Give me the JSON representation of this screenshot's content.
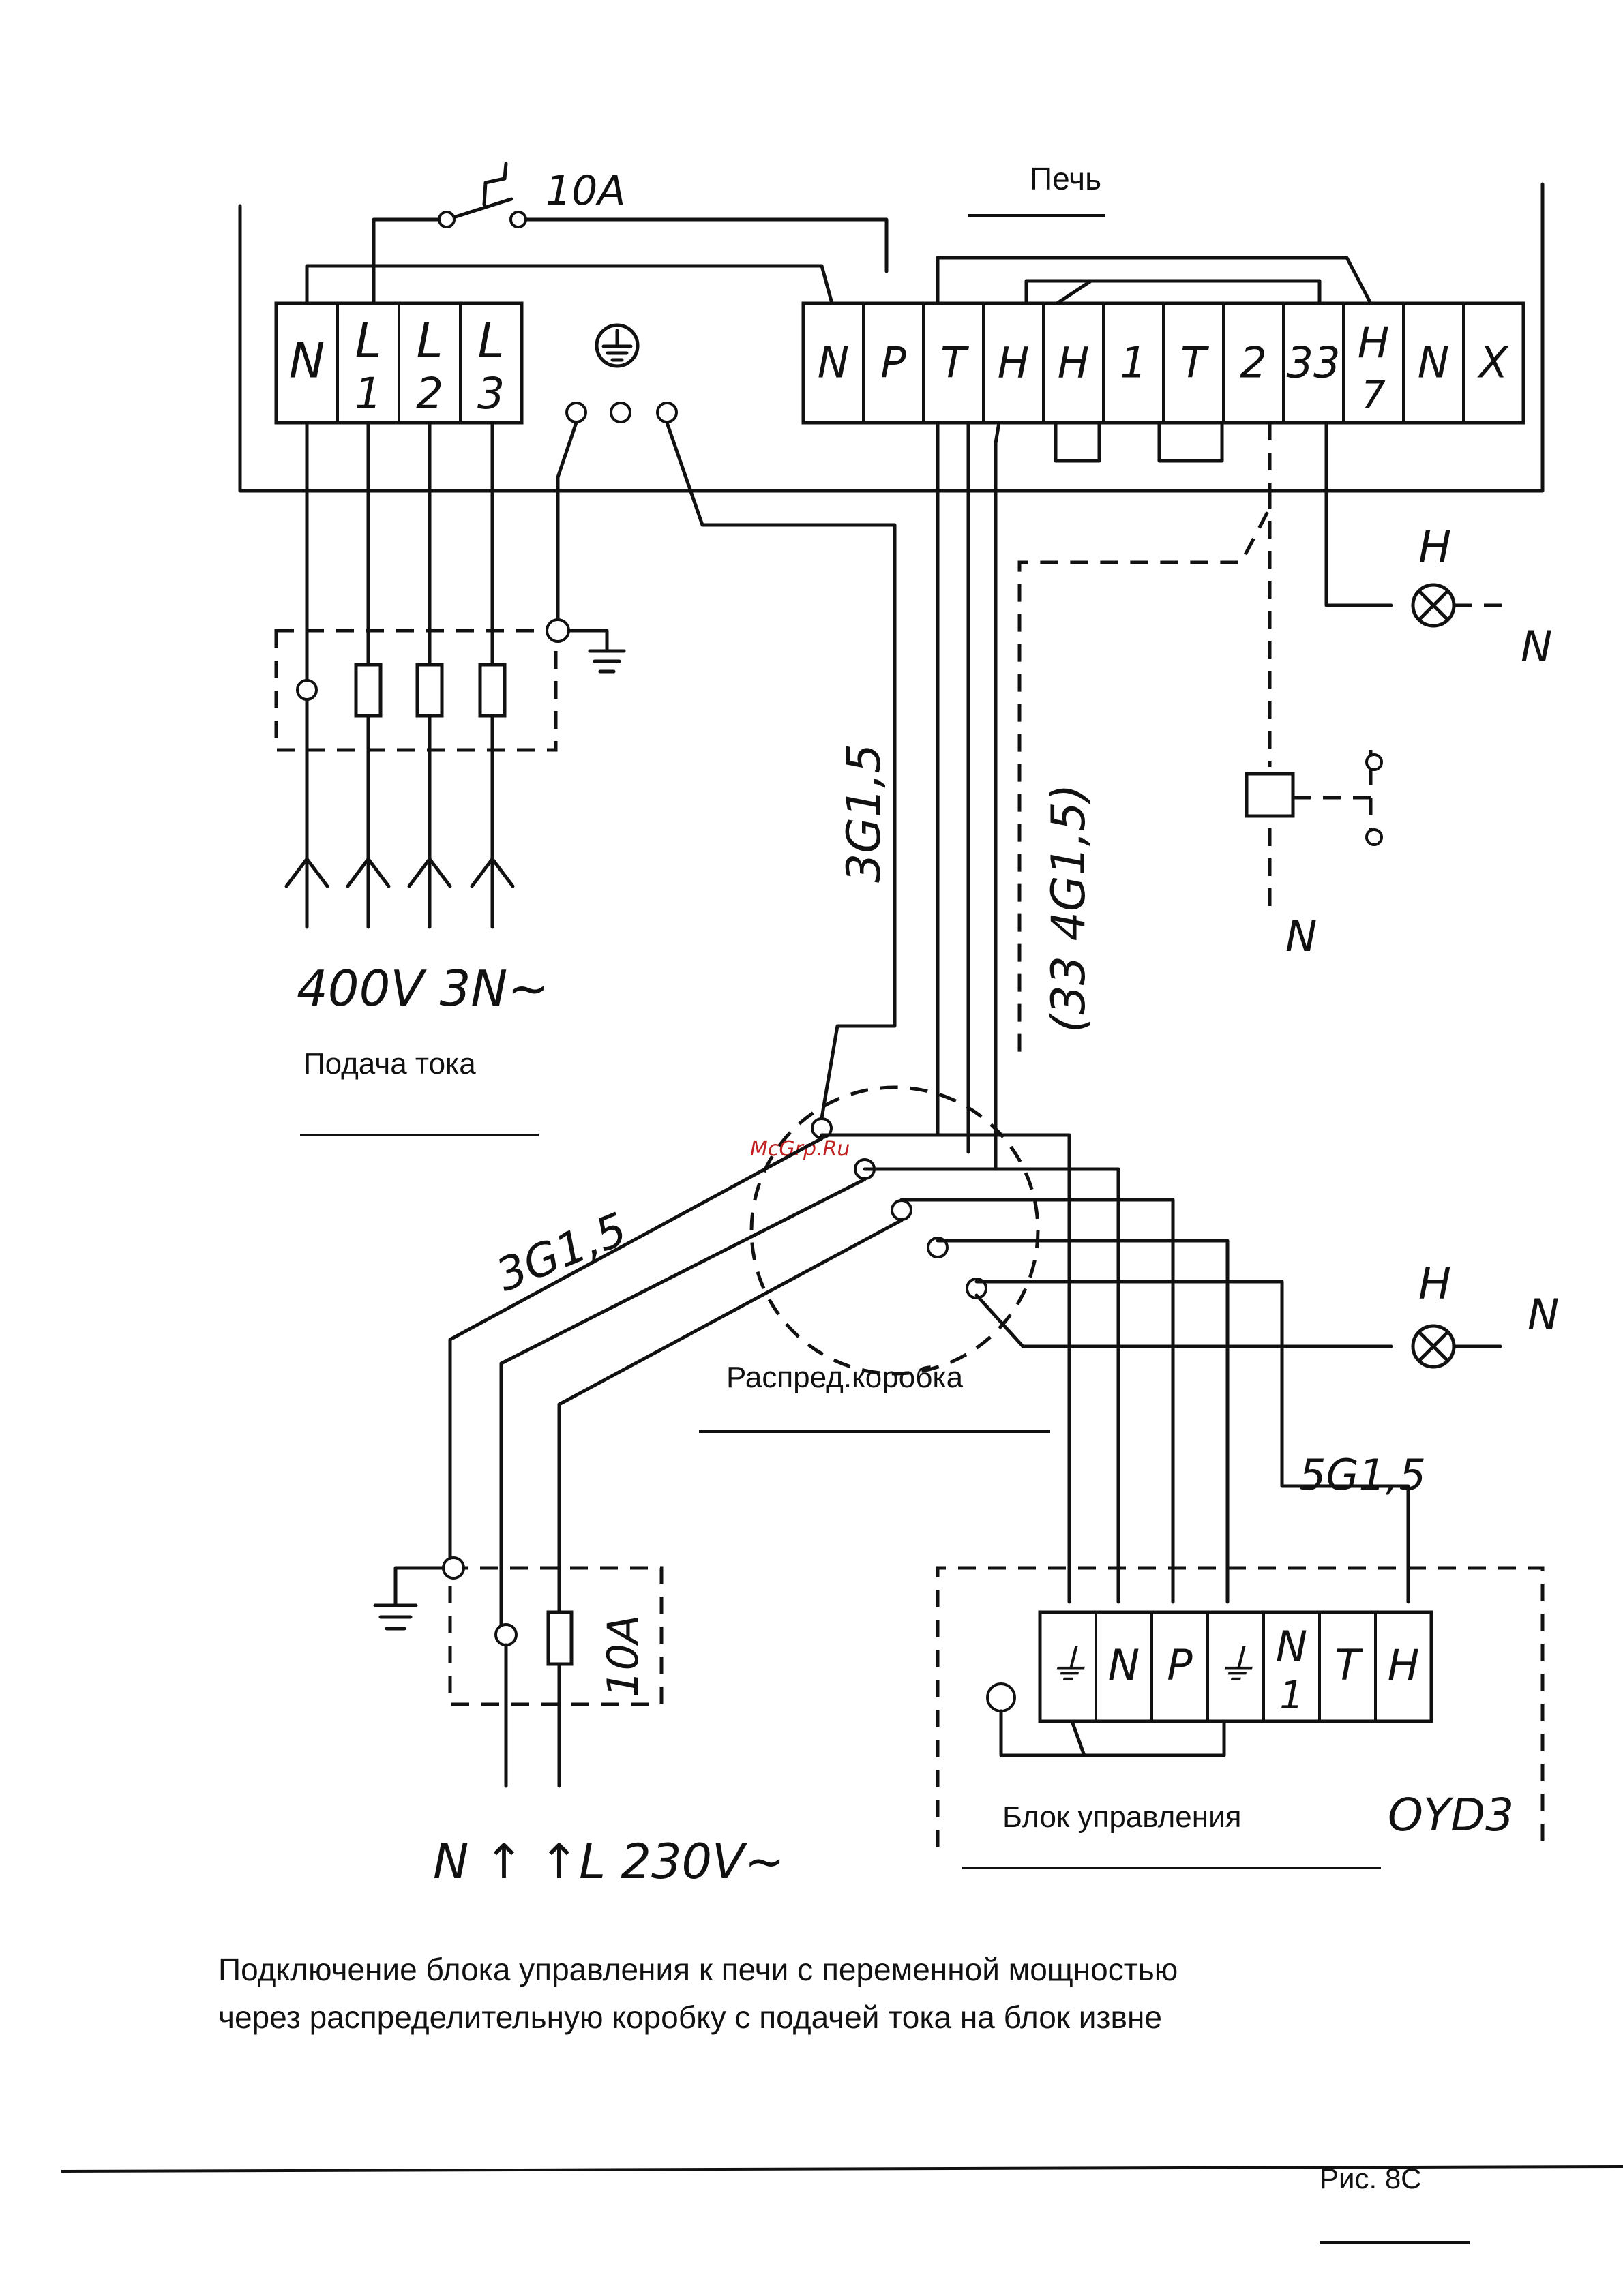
{
  "labels": {
    "oven_title": "Печь",
    "switch_rating": "10A",
    "supply_voltage": "400V 3N~",
    "supply_label": "Подача тока",
    "cable_oven": "3G1,5",
    "cable_sensor": "(33  4G1,5)",
    "cable_feed": "3G1,5",
    "junction_box": "Распред.коробка",
    "cable_control": "5G1,5",
    "fuse_rating": "10A",
    "control_unit": "Блок управления",
    "control_model": "OYD3",
    "input_voltage": "N ↑ ↑L 230V~",
    "lamp_top": "H",
    "lamp_top_n": "N",
    "relay_n": "N",
    "lamp_mid": "H",
    "lamp_mid_n": "N",
    "caption_line1": "Подключение блока управления к печи с переменной мощностью",
    "caption_line2": "через распределительную коробку с подачей тока на блок извне",
    "figure_number": "Рис. 8С",
    "watermark": "McGrp.Ru"
  },
  "supply_terminals": [
    {
      "top": "N",
      "bottom": ""
    },
    {
      "top": "L",
      "bottom": "1"
    },
    {
      "top": "L",
      "bottom": "2"
    },
    {
      "top": "L",
      "bottom": "3"
    }
  ],
  "oven_terminals": [
    {
      "top": "N",
      "bottom": ""
    },
    {
      "top": "P",
      "bottom": ""
    },
    {
      "top": "T",
      "bottom": ""
    },
    {
      "top": "H",
      "bottom": ""
    },
    {
      "top": "H",
      "bottom": ""
    },
    {
      "top": "1",
      "bottom": ""
    },
    {
      "top": "T",
      "bottom": ""
    },
    {
      "top": "2",
      "bottom": ""
    },
    {
      "top": "33",
      "bottom": ""
    },
    {
      "top": "H",
      "bottom": "7"
    },
    {
      "top": "N",
      "bottom": ""
    },
    {
      "top": "X",
      "bottom": ""
    }
  ],
  "control_terminals": [
    {
      "top": "⏚",
      "bottom": ""
    },
    {
      "top": "N",
      "bottom": ""
    },
    {
      "top": "P",
      "bottom": ""
    },
    {
      "top": "⏚",
      "bottom": ""
    },
    {
      "top": "N",
      "bottom": "1"
    },
    {
      "top": "T",
      "bottom": ""
    },
    {
      "top": "H",
      "bottom": ""
    }
  ]
}
